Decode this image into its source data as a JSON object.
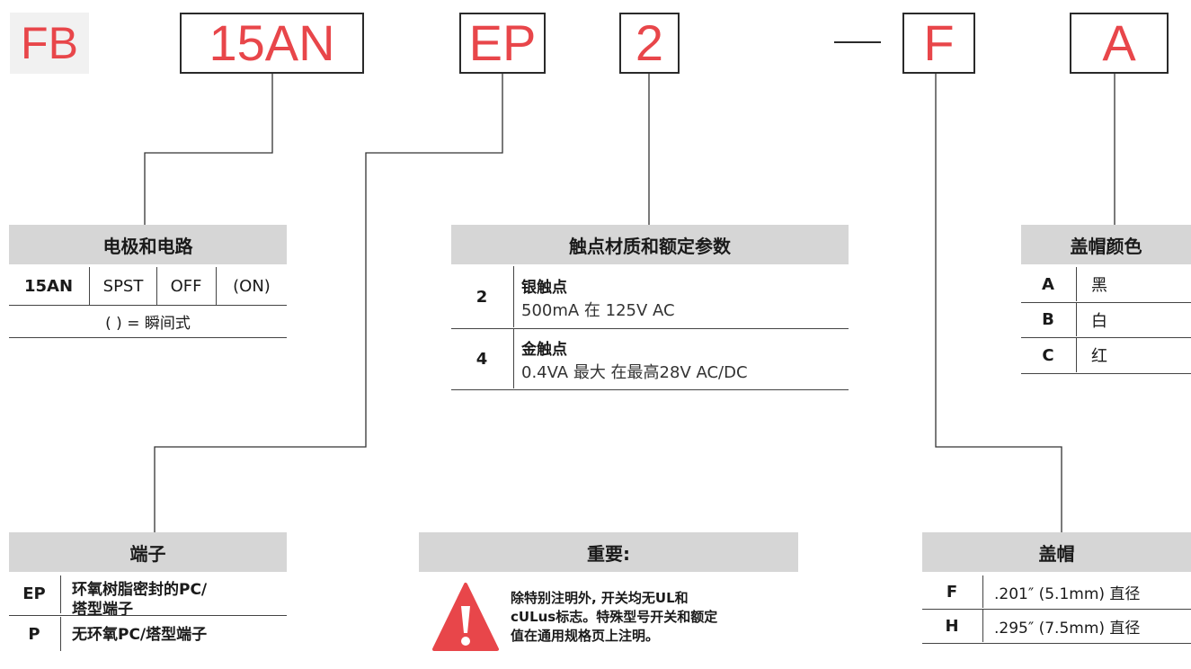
{
  "part_number": {
    "prefix": "FB",
    "segments": [
      "15AN",
      "EP",
      "2",
      "F",
      "A"
    ],
    "separator": "—"
  },
  "poles_circuits": {
    "title": "电极和电路",
    "row": [
      "15AN",
      "SPST",
      "OFF",
      "(ON)"
    ],
    "note": "(    ) = 瞬间式"
  },
  "contact_material": {
    "title": "触点材质和额定参数",
    "rows": [
      {
        "code": "2",
        "name": "银触点",
        "rating": "500mA 在 125V AC"
      },
      {
        "code": "4",
        "name": "金触点",
        "rating": "0.4VA 最大 在最高28V AC/DC"
      }
    ]
  },
  "cap_color": {
    "title": "盖帽颜色",
    "rows": [
      {
        "code": "A",
        "label": "黑"
      },
      {
        "code": "B",
        "label": "白"
      },
      {
        "code": "C",
        "label": "红"
      }
    ]
  },
  "terminals": {
    "title": "端子",
    "rows": [
      {
        "code": "EP",
        "line1": "环氧树脂密封的PC/",
        "line2": "塔型端子"
      },
      {
        "code": "P",
        "line1": "无环氧PC/塔型端子",
        "line2": ""
      }
    ]
  },
  "important": {
    "title": "重要:",
    "line1": "除特别注明外, 开关均无UL和",
    "line2": "cULus标志。特殊型号开关和额定",
    "line3": "值在通用规格页上注明。",
    "warning_color": "#e8464a"
  },
  "cap": {
    "title": "盖帽",
    "rows": [
      {
        "code": "F",
        "label": ".201″ (5.1mm) 直径"
      },
      {
        "code": "H",
        "label": ".295″ (7.5mm) 直径"
      }
    ]
  }
}
